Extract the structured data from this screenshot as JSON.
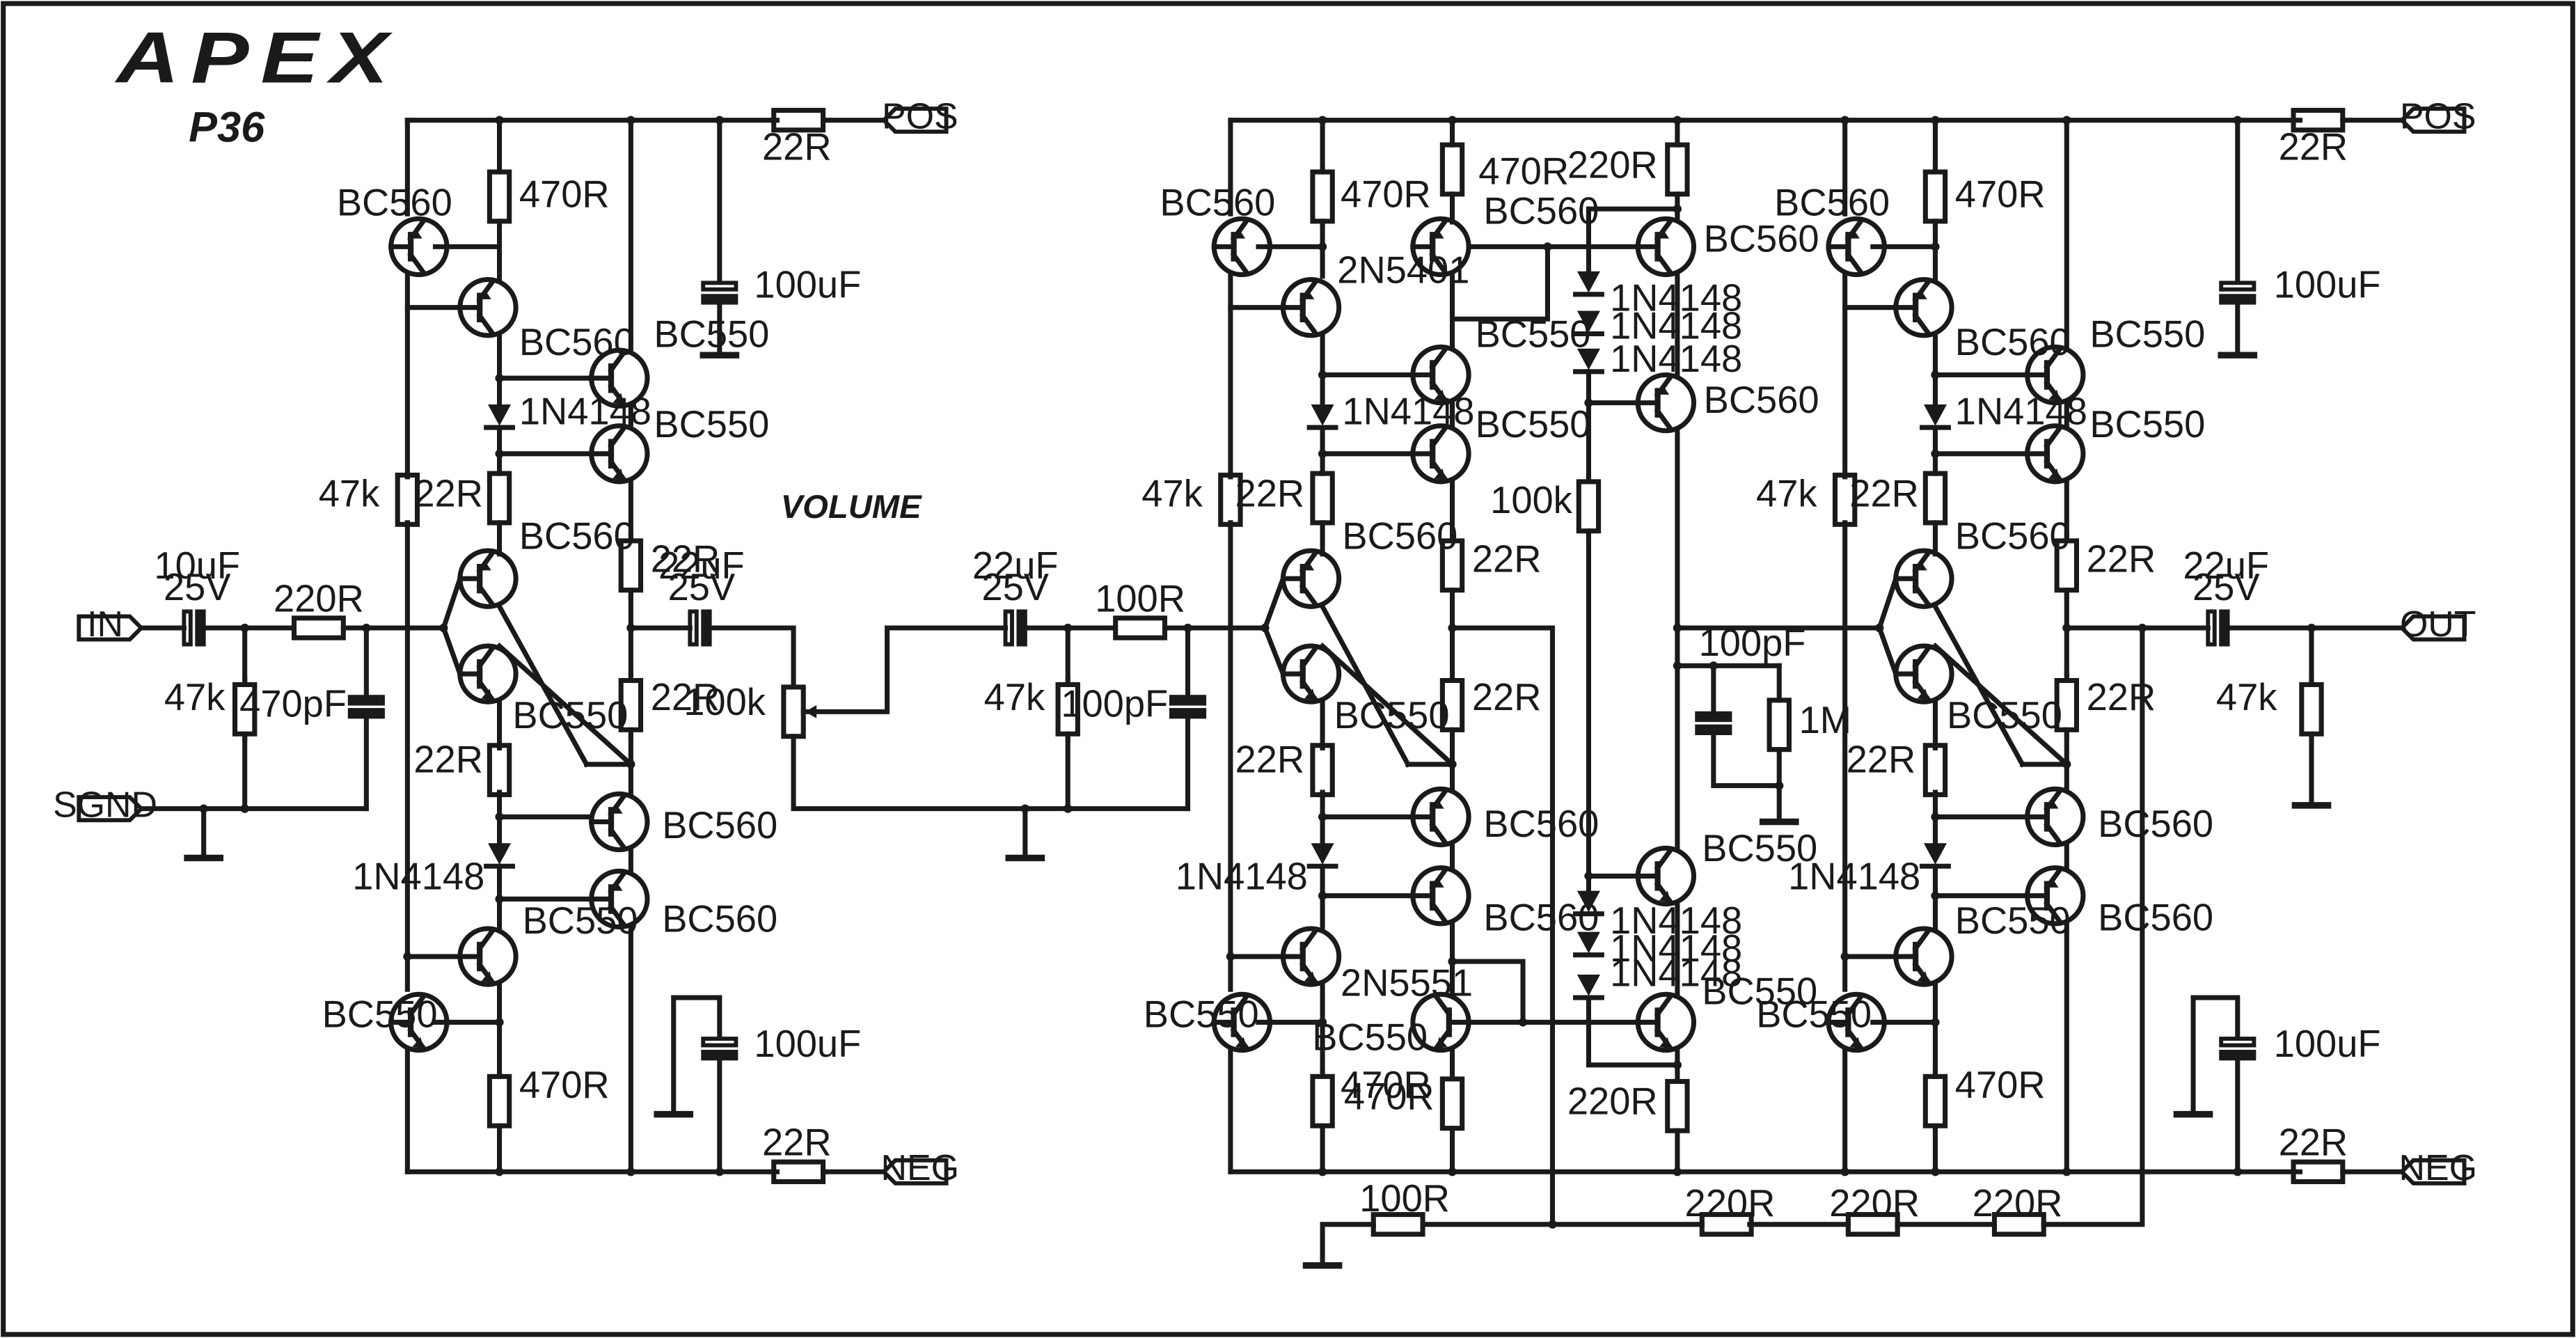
{
  "brand": {
    "logo_text": "APEX",
    "model": "P36"
  },
  "volume_label": "VOLUME",
  "connectors": {
    "in": "IN",
    "sgnd": "SGND",
    "pos": "POS",
    "neg": "NEG",
    "out": "OUT"
  },
  "labels": {
    "r22": "22R",
    "r47k": "47k",
    "r470": "470R",
    "r220": "220R",
    "r100": "100R",
    "r100k": "100k",
    "r1m": "1M",
    "c100u": "100uF",
    "c470p": "470pF",
    "c100p": "100pF",
    "c10u": "10uF",
    "c22u": "22uF",
    "v25": "25V",
    "bc560": "BC560",
    "bc550": "BC550",
    "n2n5401": "2N5401",
    "n2n5551": "2N5551",
    "d1n4148": "1N4148"
  }
}
